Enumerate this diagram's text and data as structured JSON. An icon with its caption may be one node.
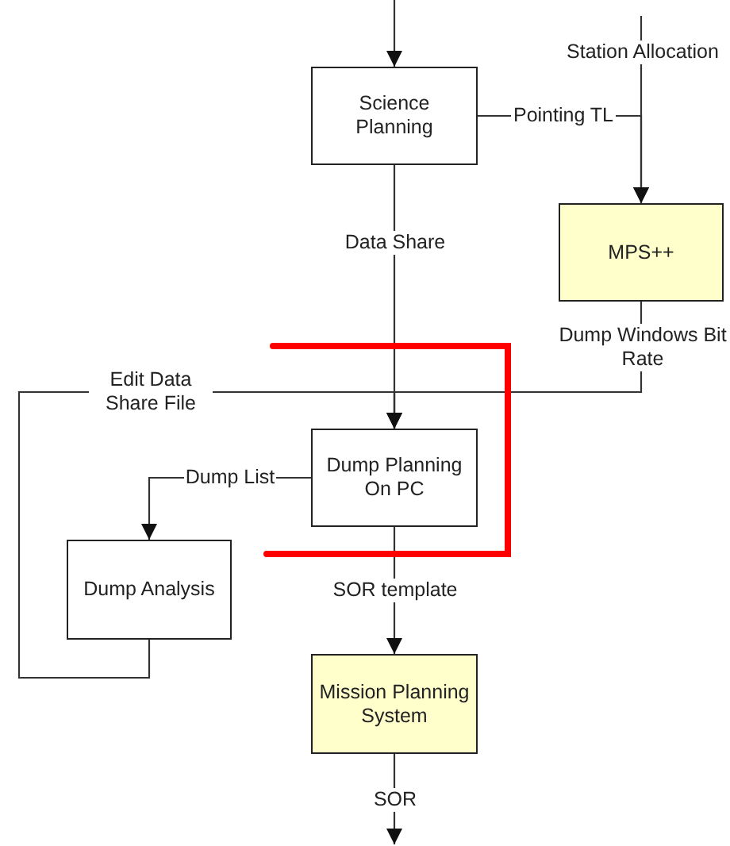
{
  "diagram": {
    "nodes": [
      {
        "text": [
          "Science Planning"
        ]
      },
      {
        "text": [
          "MPS++"
        ]
      },
      {
        "text": [
          "Dump Planning On PC"
        ]
      },
      {
        "text": [
          "Dump Analysis"
        ]
      },
      {
        "text": [
          "Mission Planning System"
        ]
      }
    ],
    "edges": [
      {
        "from": null,
        "to": 0,
        "arrow": "to"
      },
      {
        "from": null,
        "to": 1,
        "arrow": "to",
        "label": "Station Allocation"
      },
      {
        "from": 0,
        "to": 1,
        "arrow": "to",
        "label": "Pointing TL"
      },
      {
        "from": 0,
        "to": 2,
        "arrow": "to",
        "label": "Data Share"
      },
      {
        "from": 1,
        "to": 2,
        "arrow": "to",
        "label": "Dump Windows Bit Rate"
      },
      {
        "from": 3,
        "to": 2,
        "arrow": "to",
        "label": "Edit Data Share File"
      },
      {
        "from": 2,
        "to": 3,
        "arrow": "to",
        "label": "Dump List"
      },
      {
        "from": 2,
        "to": 4,
        "arrow": "to",
        "label": "SOR template"
      },
      {
        "from": 4,
        "to": null,
        "arrow": "to",
        "label": "SOR"
      }
    ]
  }
}
